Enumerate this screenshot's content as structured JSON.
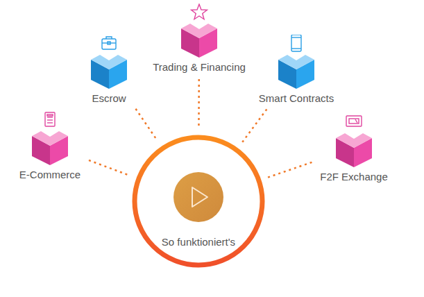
{
  "diagram": {
    "nodes": [
      {
        "text": [
          "E-Commerce"
        ]
      },
      {
        "text": [
          "Escrow"
        ]
      },
      {
        "text": [
          "Trading & Financing"
        ]
      },
      {
        "text": [
          "Smart Contracts"
        ]
      },
      {
        "text": [
          "F2F Exchange"
        ]
      },
      {
        "text": [
          "So funktioniert's"
        ]
      }
    ],
    "edges": [
      {
        "from": 0,
        "to": 5,
        "arrow": "none"
      },
      {
        "from": 1,
        "to": 5,
        "arrow": "none"
      },
      {
        "from": 2,
        "to": 5,
        "arrow": "none"
      },
      {
        "from": 3,
        "to": 5,
        "arrow": "none"
      },
      {
        "from": 4,
        "to": 5,
        "arrow": "none"
      }
    ]
  }
}
